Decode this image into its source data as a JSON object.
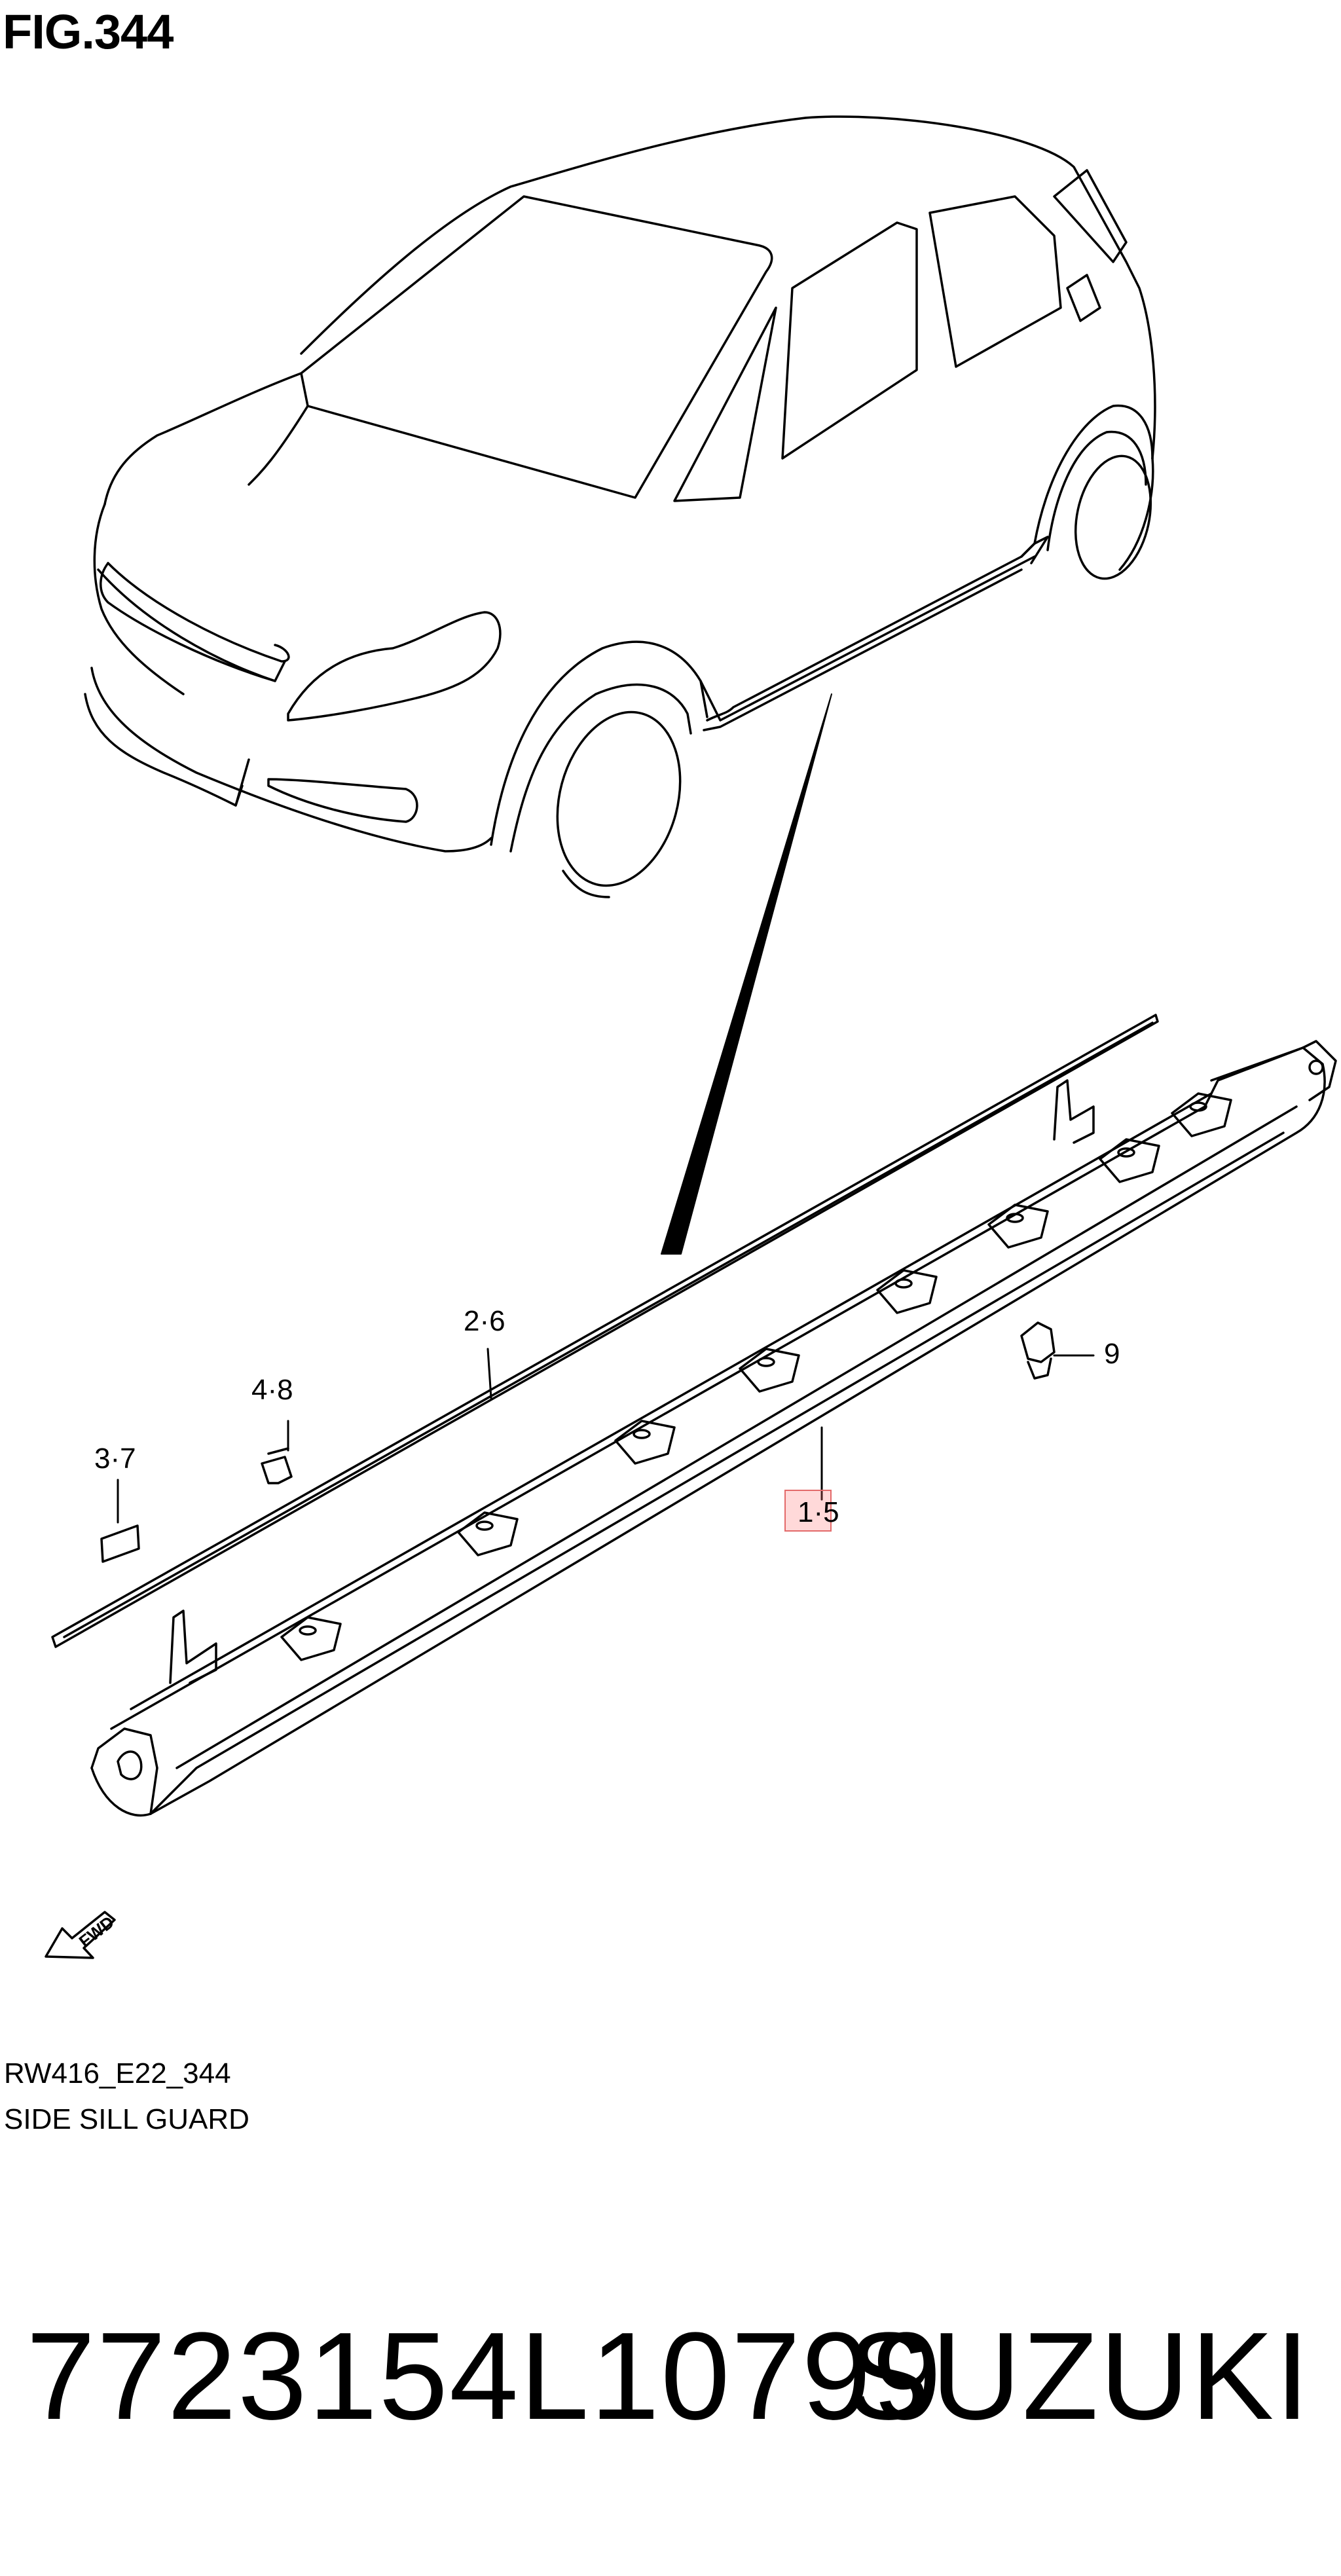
{
  "figure": {
    "title": "FIG.344",
    "code": "RW416_E22_344",
    "name": "SIDE SILL GUARD"
  },
  "callouts": {
    "c1": "1",
    "c5": "5",
    "c2": "2",
    "c6": "6",
    "c3": "3",
    "c7": "7",
    "c4": "4",
    "c8": "8",
    "c9": "9",
    "sep": "·"
  },
  "fwd_label": "FWD",
  "footer": {
    "part_number": "7723154L10799",
    "brand": "SUZUKI"
  },
  "colors": {
    "line": "#000000",
    "highlight": "#e36a6a"
  }
}
